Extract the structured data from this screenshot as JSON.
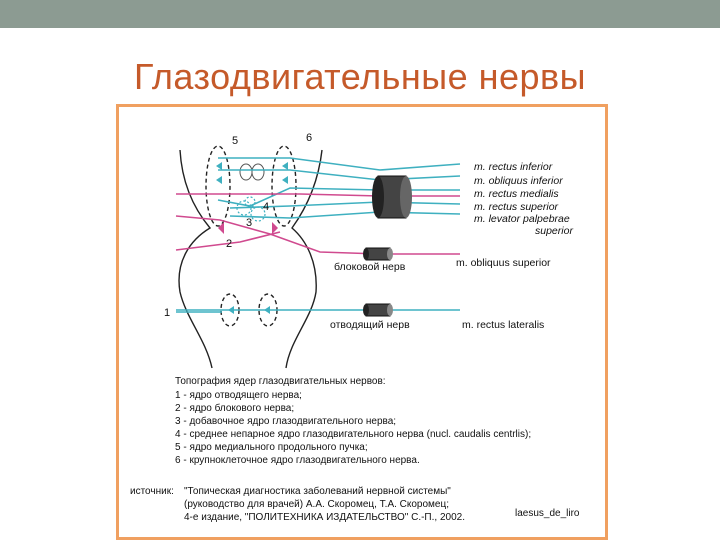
{
  "slide": {
    "title": "Глазодвигательные нервы"
  },
  "diagram": {
    "markers": [
      "1",
      "2",
      "3",
      "4",
      "5",
      "6"
    ],
    "muscles_upper": [
      "m. rectus inferior",
      "m. obliquus inferior",
      "m. rectus medialis",
      "m. rectus superior",
      "m. levator palpebrae",
      "superior"
    ],
    "trochlear": {
      "nerve": "блоковой нерв",
      "muscle": "m. obliquus superior"
    },
    "abducens": {
      "nerve": "отводящий нерв",
      "muscle": "m. rectus lateralis"
    },
    "legend": {
      "heading": "Топография ядер глазодвигательных нервов:",
      "items": [
        "1 - ядро отводящего нерва;",
        "2 - ядро блокового нерва;",
        "3 - добавочное ядро глазодвигательного нерва;",
        "4 - среднее непарное ядро глазодвигательного нерва (nucl. caudalis centrlis);",
        "5 - ядро медиального продольного пучка;",
        "6 - крупноклеточное ядро глазодвигательного нерва."
      ]
    },
    "source": {
      "label": "источник:",
      "lines": [
        "\"Топическая диагностика заболеваний нервной системы\"",
        "(руководство для врачей) А.А. Скоромец, Т.А. Скоромец;",
        "4-е издание, \"ПОЛИТЕХНИКА ИЗДАТЕЛЬСТВО\" С.-П., 2002."
      ]
    },
    "signature": "laesus_de_liro",
    "colors": {
      "frame": "#f0a060",
      "teal": "#3fb0c0",
      "magenta": "#d04a8f",
      "title": "#c55a2a"
    }
  }
}
